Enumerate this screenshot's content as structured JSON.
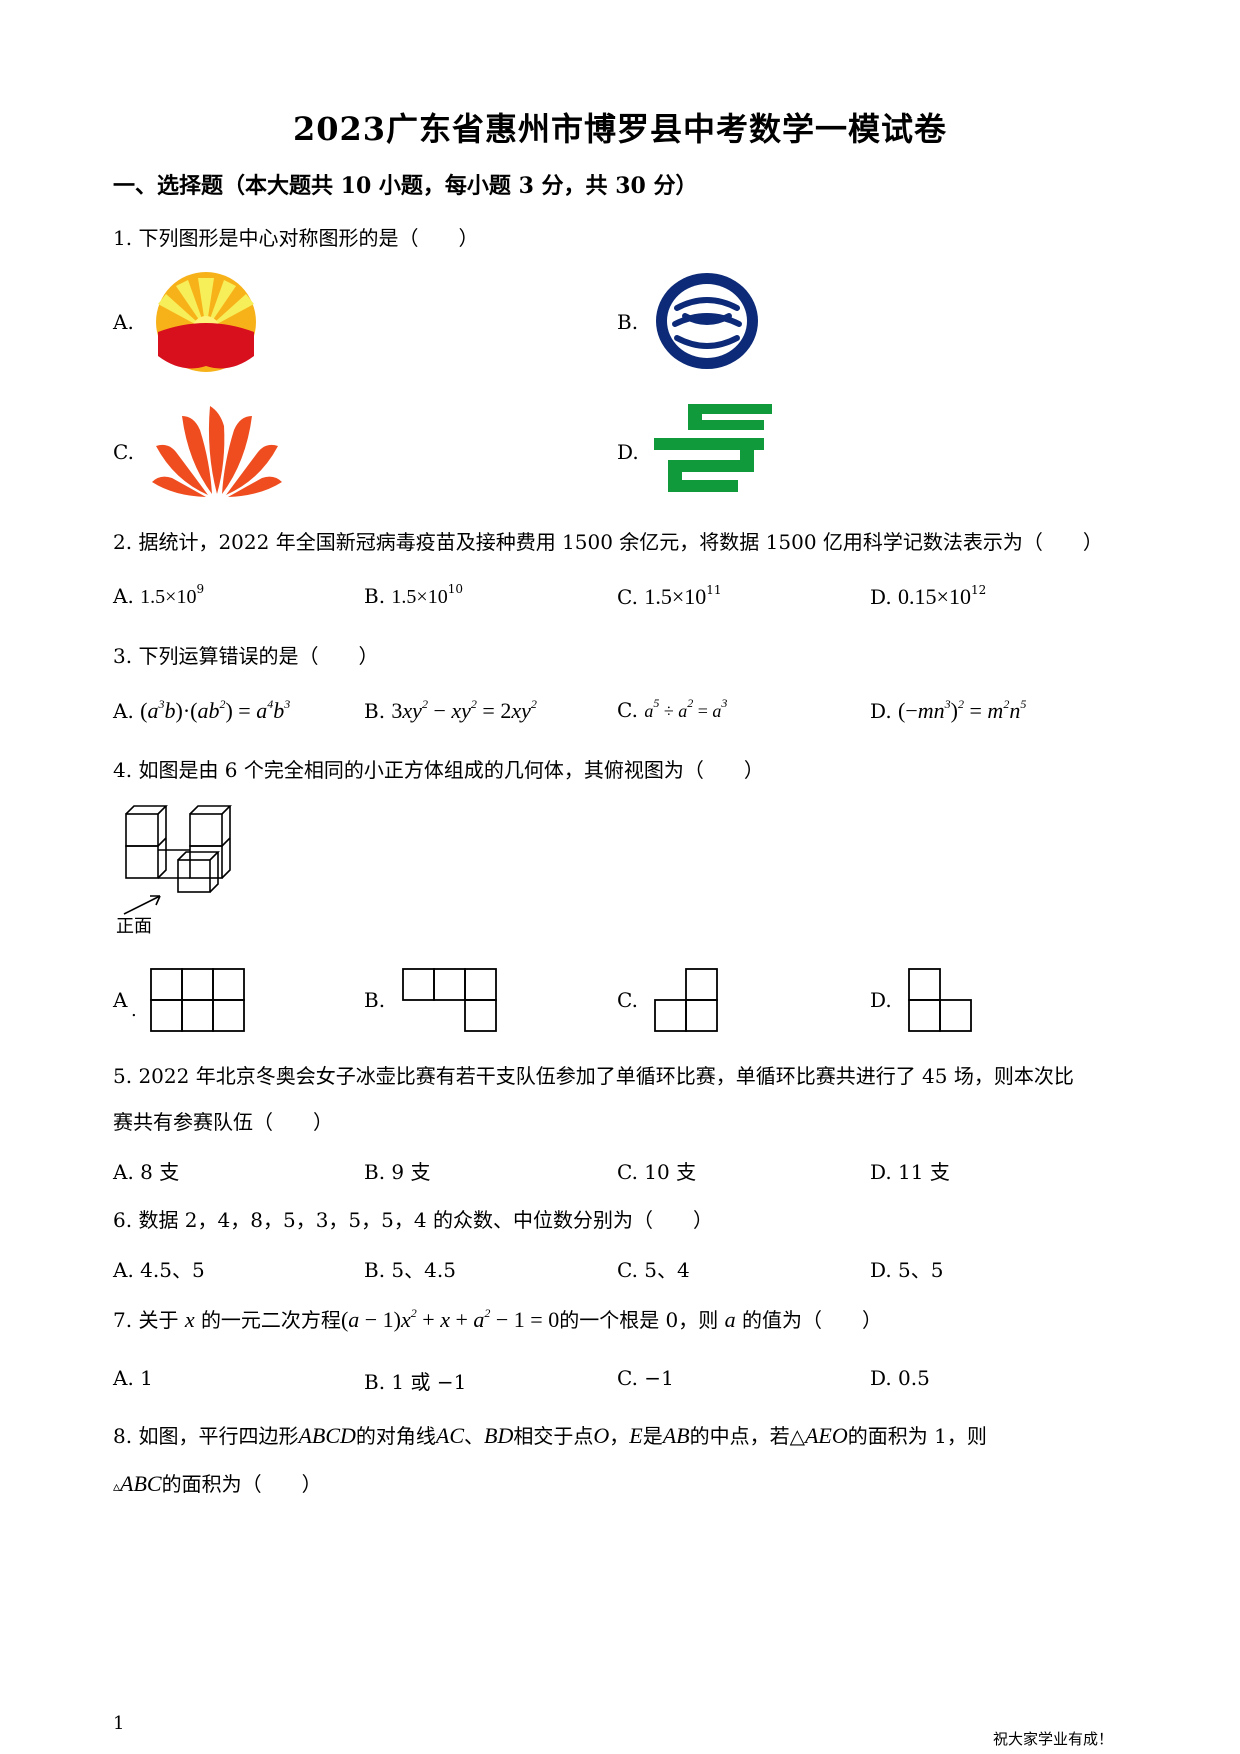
{
  "title": "2023广东省惠州市博罗县中考数学一模试卷",
  "section": "一、选择题（本大题共 10 小题，每小题 3 分，共 30 分）",
  "q1": {
    "stem": "1. 下列图形是中心对称图形的是（　　）",
    "options": [
      "A.",
      "B.",
      "C.",
      "D."
    ],
    "icons": [
      "petrochina-logo-icon",
      "china-mobile-logo-icon",
      "huawei-logo-icon",
      "china-post-logo-icon"
    ]
  },
  "q2": {
    "stem": "2. 据统计，2022 年全国新冠病毒疫苗及接种费用 1500 余亿元，将数据 1500 亿用科学记数法表示为（　　）",
    "options": [
      {
        "label": "A.",
        "base": "1.5×10",
        "exp": "9"
      },
      {
        "label": "B.",
        "base": "1.5×10",
        "exp": "10"
      },
      {
        "label": "C.",
        "base": "1.5×10",
        "exp": "11"
      },
      {
        "label": "D.",
        "base": "0.15×10",
        "exp": "12"
      }
    ]
  },
  "q3": {
    "stem": "3. 下列运算错误的是（　　）",
    "labels": [
      "A.",
      "B.",
      "C.",
      "D."
    ]
  },
  "q4": {
    "stem": "4. 如图是由 6 个完全相同的小正方体组成的几何体，其俯视图为（　　）",
    "front_label": "正面",
    "options": [
      "A",
      "B.",
      "C.",
      "D."
    ]
  },
  "q5": {
    "stem_line1": "5. 2022 年北京冬奥会女子冰壶比赛有若干支队伍参加了单循环比赛，单循环比赛共进行了 45 场，则本次比",
    "stem_line2": "赛共有参赛队伍（　　）",
    "options": [
      "A. 8 支",
      "B. 9 支",
      "C. 10 支",
      "D. 11 支"
    ]
  },
  "q6": {
    "stem": "6. 数据 2，4，8，5，3，5，5，4 的众数、中位数分别为（　　）",
    "options": [
      "A. 4.5、5",
      "B. 5、4.5",
      "C. 5、4",
      "D. 5、5"
    ]
  },
  "q7": {
    "prefix": "7. 关于",
    "var_x": "x",
    "mid": "的一元二次方程",
    "suffix1": "的一个根是 0，则",
    "var_a": "a",
    "suffix2": "的值为（　　）",
    "options": [
      "A. 1",
      "B. 1 或 −1",
      "C.  −1",
      "D. 0.5"
    ]
  },
  "q8": {
    "line1_a": "8. 如图，平行四边形",
    "abcd": "ABCD",
    "line1_b": "的对角线",
    "ac": "AC",
    "sep": "、",
    "bd": "BD",
    "line1_c": "相交于点",
    "o": "O",
    "line1_d": "，",
    "e": "E",
    "line1_e": "是",
    "ab": "AB",
    "line1_f": "的中点，若△",
    "aeo": "AEO",
    "line1_g": "的面积为 1，则",
    "tri": "▵",
    "abc": "ABC",
    "line2": "的面积为（　　）"
  },
  "footer": {
    "page": "1",
    "blessing": "祝大家学业有成！"
  }
}
